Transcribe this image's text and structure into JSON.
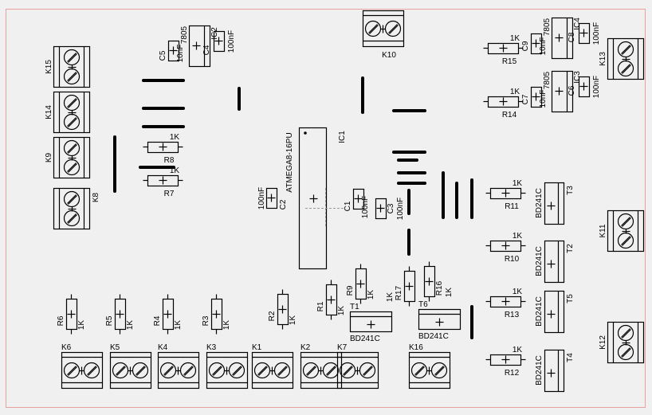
{
  "board": {
    "border_color": "#e8a0a0",
    "background_color": "#f0f0f0",
    "ic": {
      "ref": "IC1",
      "part": "ATMEGA8-16PU"
    },
    "terminals": [
      {
        "ref": "K15"
      },
      {
        "ref": "K14"
      },
      {
        "ref": "K9"
      },
      {
        "ref": "K8"
      },
      {
        "ref": "K13"
      },
      {
        "ref": "K11"
      },
      {
        "ref": "K12"
      },
      {
        "ref": "K10"
      },
      {
        "ref": "K6"
      },
      {
        "ref": "K5"
      },
      {
        "ref": "K4"
      },
      {
        "ref": "K3"
      },
      {
        "ref": "K1"
      },
      {
        "ref": "K2"
      },
      {
        "ref": "K7"
      },
      {
        "ref": "K16"
      }
    ],
    "resistors": [
      {
        "ref": "R8",
        "value": "1K"
      },
      {
        "ref": "R7",
        "value": "1K"
      },
      {
        "ref": "R15",
        "value": "1K"
      },
      {
        "ref": "R14",
        "value": "1K"
      },
      {
        "ref": "R11",
        "value": "1K"
      },
      {
        "ref": "R10",
        "value": "1K"
      },
      {
        "ref": "R13",
        "value": "1K"
      },
      {
        "ref": "R12",
        "value": "1K"
      },
      {
        "ref": "R6",
        "value": "1K"
      },
      {
        "ref": "R5",
        "value": "1K"
      },
      {
        "ref": "R4",
        "value": "1K"
      },
      {
        "ref": "R3",
        "value": "1K"
      },
      {
        "ref": "R2",
        "value": "1K"
      },
      {
        "ref": "R1",
        "value": "1K"
      },
      {
        "ref": "R9",
        "value": "1K"
      },
      {
        "ref": "R17",
        "value": "1K"
      },
      {
        "ref": "R16",
        "value": "1K"
      }
    ],
    "transistors": [
      {
        "ref": "T3",
        "part": "BD241C"
      },
      {
        "ref": "T2",
        "part": "BD241C"
      },
      {
        "ref": "T5",
        "part": "BD241C"
      },
      {
        "ref": "T4",
        "part": "BD241C"
      },
      {
        "ref": "T1",
        "part": "BD241C"
      },
      {
        "ref": "T6",
        "part": "BD241C"
      }
    ],
    "regulators": [
      {
        "ref": "IC2",
        "part": "7805"
      },
      {
        "ref": "IC4",
        "part": "7805"
      },
      {
        "ref": "IC3",
        "part": "7805"
      }
    ],
    "capacitors": [
      {
        "ref": "C5",
        "value": "10nF"
      },
      {
        "ref": "C4",
        "value": "100nF"
      },
      {
        "ref": "C9",
        "value": "10nF"
      },
      {
        "ref": "C8",
        "value": "100nF"
      },
      {
        "ref": "C7",
        "value": "10nF"
      },
      {
        "ref": "C6",
        "value": "100nF"
      },
      {
        "ref": "C2",
        "value": "100nF"
      },
      {
        "ref": "C1",
        "value": "100nF"
      },
      {
        "ref": "C3",
        "value": "100nF"
      }
    ]
  }
}
